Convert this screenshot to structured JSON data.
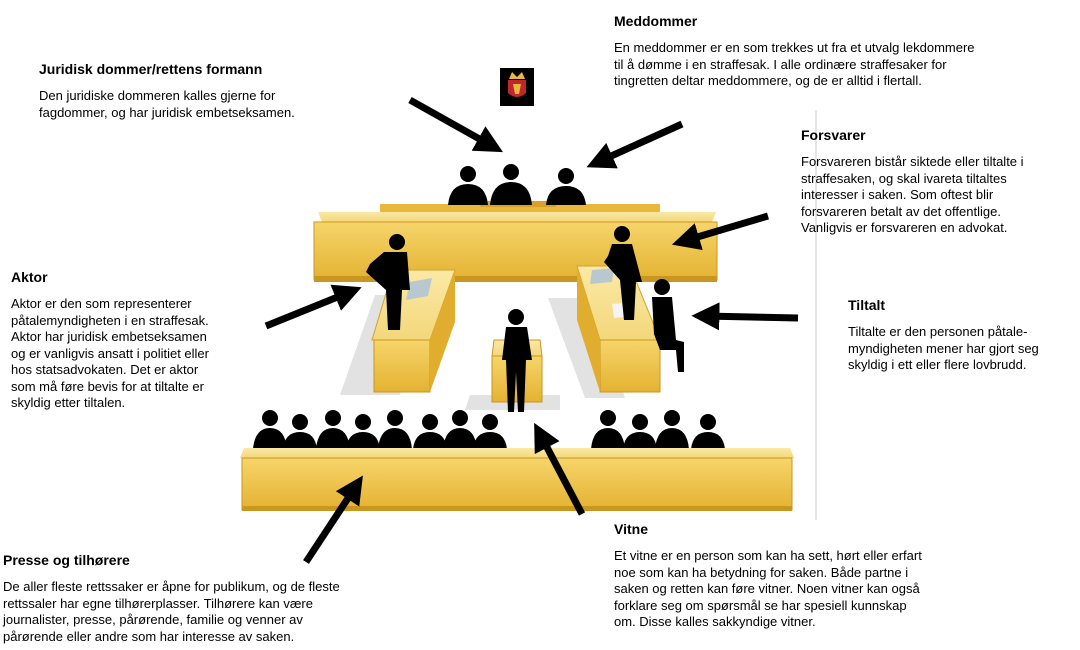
{
  "labels": {
    "juridisk": {
      "title": "Juridisk dommer/rettens formann",
      "text": "Den juridiske dommeren kalles gjerne for\nfagdommer, og har juridisk embetseksamen."
    },
    "meddommer": {
      "title": "Meddommer",
      "text": "En meddommer er en som trekkes ut fra et utvalg lekdommere\ntil å dømme i en straffesak. I alle ordinære straffesaker for\ntingretten deltar meddommere, og de er alltid i flertall."
    },
    "forsvarer": {
      "title": "Forsvarer",
      "text": "Forsvareren bistår siktede eller tiltalte i\nstraffesaken, og skal ivareta tiltaltes\ninteresser i saken. Som oftest blir\nforsvareren betalt av det offentlige.\nVanligvis er forsvareren en advokat."
    },
    "aktor": {
      "title": "Aktor",
      "text": "Aktor er den som representerer\npåtalemyndigheten i en straffesak.\nAktor har juridisk embetseksamen\nog er vanligvis ansatt i politiet eller\nhos statsadvokaten. Det er aktor\nsom må føre bevis for at tiltalte er\nskyldig etter tiltalen."
    },
    "tiltalt": {
      "title": "Tiltalt",
      "text": "Tiltalte er den personen påtale-\nmyndigheten mener har gjort seg\nskyldig i ett eller flere lovbrudd."
    },
    "vitne": {
      "title": "Vitne",
      "text": "Et vitne er en person som kan ha sett, hørt eller erfart\nnoe som kan ha betydning for saken. Både partne i\nsaken og retten kan føre vitner. Noen vitner kan også\nforklare seg om spørsmål se har spesiell kunnskap\nom. Disse kalles sakkyndige vitner."
    },
    "presse": {
      "title": "Presse og tilhørere",
      "text": "De aller fleste rettssaker er åpne for publikum, og de fleste\nrettssaler har egne tilhørerplasser. Tilhørere kan være\njournalister, presse, pårørende, familie og venner av\npårørende eller andre som har interesse av saken."
    }
  },
  "colors": {
    "furniture": "#f2c94c",
    "furniture_dark": "#d9a521",
    "furniture_top": "#f7df8a",
    "silhouette": "#000000",
    "emblem_red": "#c0272d",
    "emblem_gold": "#e8b93a"
  }
}
